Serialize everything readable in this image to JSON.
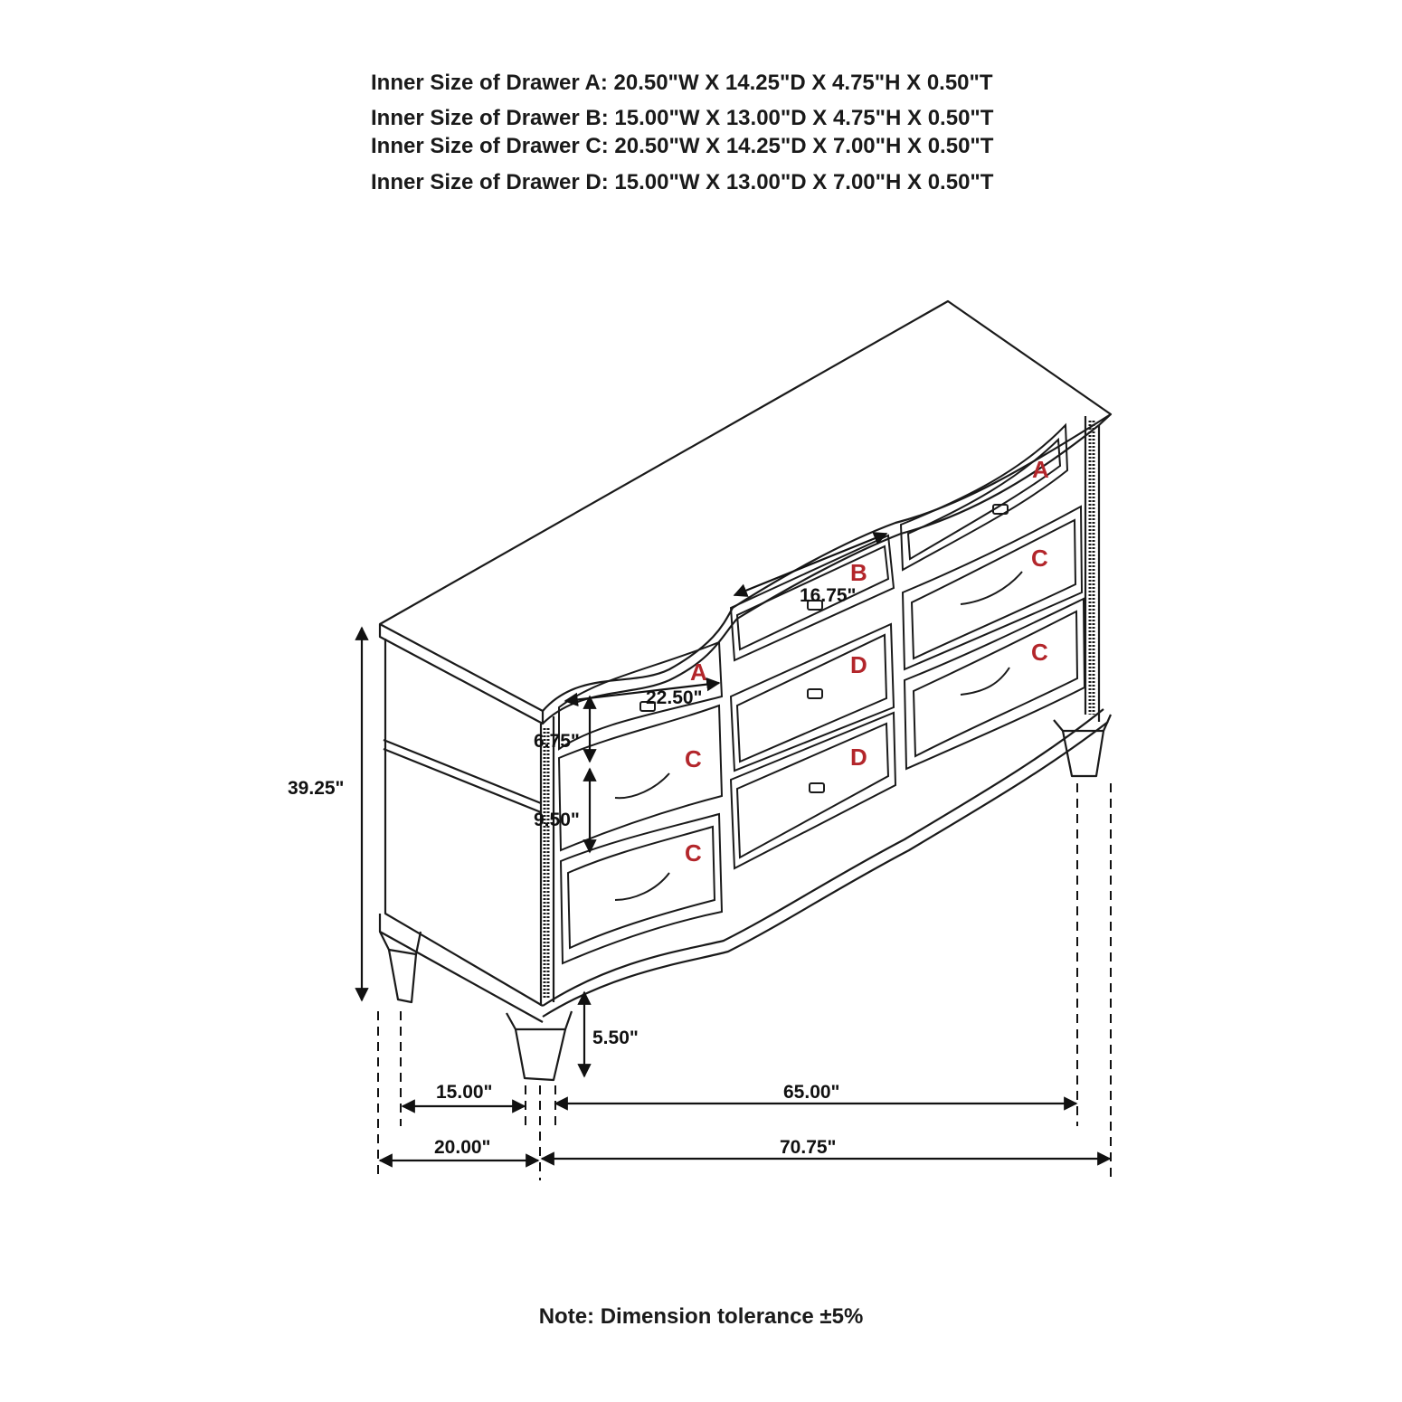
{
  "specs": [
    "Inner Size of Drawer A: 20.50\"W X 14.25\"D X 4.75\"H X 0.50\"T",
    "Inner Size of Drawer B: 15.00\"W X 13.00\"D X 4.75\"H X 0.50\"T",
    "Inner Size of Drawer C: 20.50\"W X 14.25\"D X 7.00\"H X 0.50\"T",
    "Inner Size of Drawer D: 15.00\"W X 13.00\"D X 7.00\"H X 0.50\"T"
  ],
  "dimensions": {
    "height": "39.25\"",
    "drawer_a_width": "22.50\"",
    "drawer_b_width": "16.75\"",
    "drawer_a_height": "6.75\"",
    "drawer_c_height": "9.50\"",
    "leg_height": "5.50\"",
    "inner_depth": "15.00\"",
    "inner_width": "65.00\"",
    "depth": "20.00\"",
    "width": "70.75\""
  },
  "drawer_labels": {
    "a": "A",
    "b": "B",
    "c": "C",
    "d": "D"
  },
  "note": "Note: Dimension tolerance ±5%"
}
